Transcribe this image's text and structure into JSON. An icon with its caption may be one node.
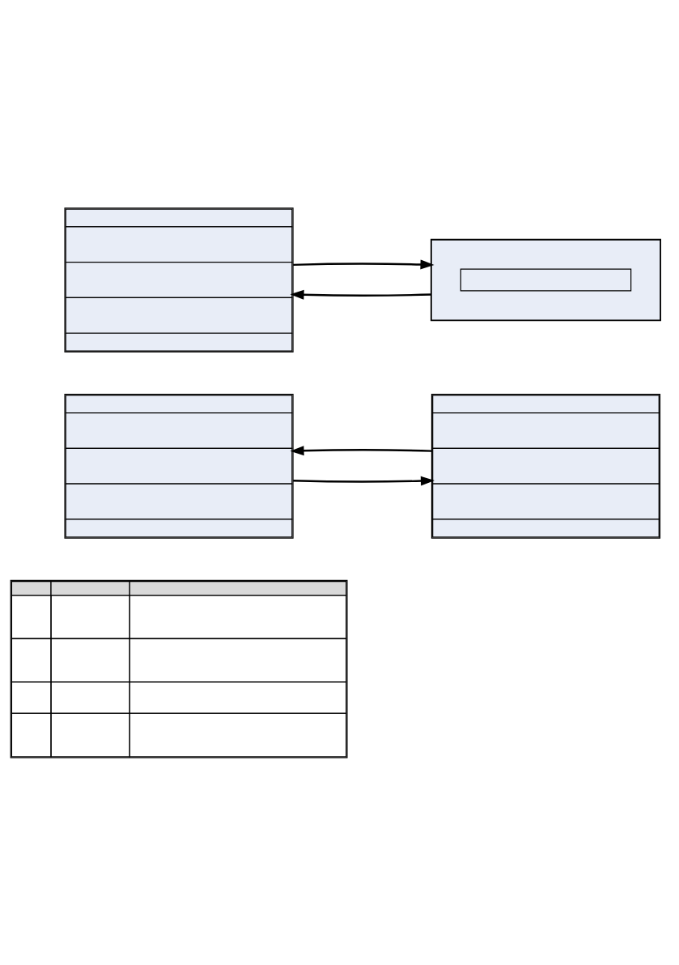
{
  "diagram": {
    "nodes": [
      {
        "text": [],
        "shape": "table"
      },
      {
        "text": [],
        "shape": "screen"
      },
      {
        "text": [],
        "shape": "screen"
      },
      {
        "text": [],
        "shape": "screen"
      },
      {
        "text": [],
        "shape": "box"
      },
      {
        "text": [],
        "shape": "box",
        "in": 4
      }
    ],
    "edges": [
      {
        "from": 1,
        "to": 2,
        "arrow": "to"
      },
      {
        "from": 2,
        "to": 1,
        "arrow": "to"
      },
      {
        "from": 3,
        "to": 4,
        "arrow": "to"
      },
      {
        "from": 4,
        "to": 3,
        "arrow": "to"
      }
    ]
  }
}
